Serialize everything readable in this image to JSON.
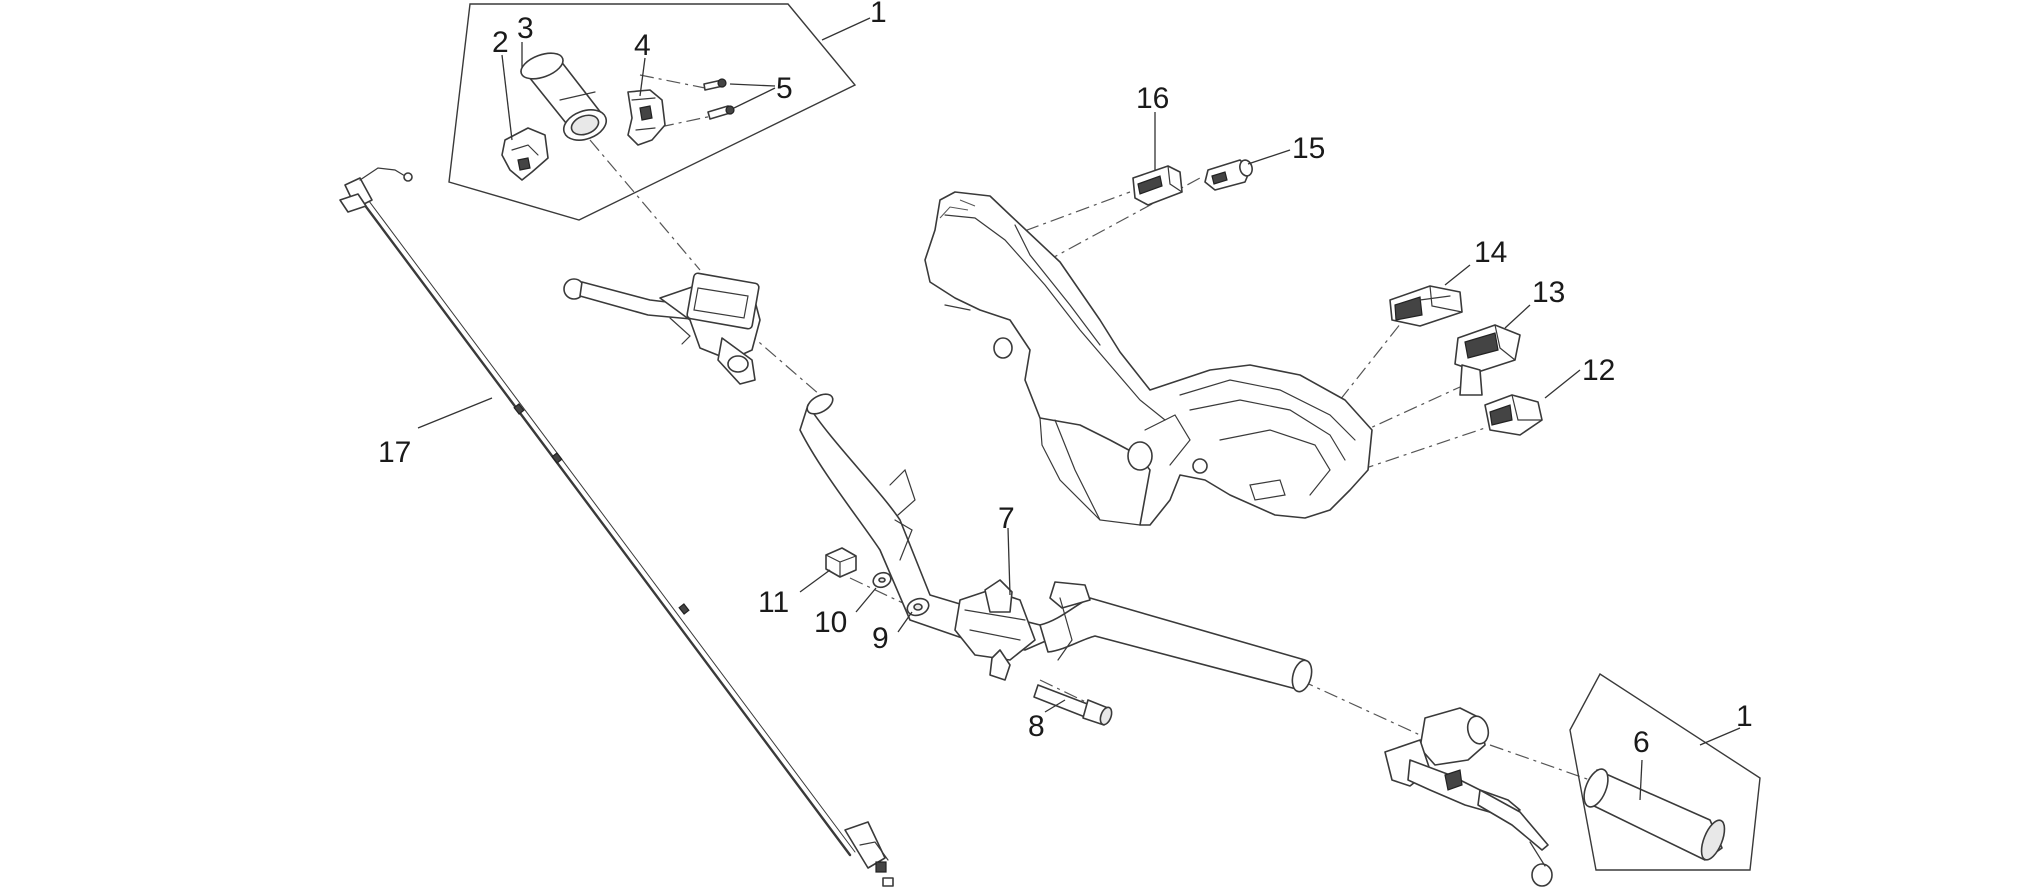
{
  "callouts": [
    {
      "id": "kit-left",
      "text": "1"
    },
    {
      "id": "p2",
      "text": "2"
    },
    {
      "id": "p3",
      "text": "3"
    },
    {
      "id": "p4",
      "text": "4"
    },
    {
      "id": "p5",
      "text": "5"
    },
    {
      "id": "p6",
      "text": "6"
    },
    {
      "id": "p7",
      "text": "7"
    },
    {
      "id": "p8",
      "text": "8"
    },
    {
      "id": "p9",
      "text": "9"
    },
    {
      "id": "p10",
      "text": "10"
    },
    {
      "id": "p11",
      "text": "11"
    },
    {
      "id": "p12",
      "text": "12"
    },
    {
      "id": "p13",
      "text": "13"
    },
    {
      "id": "p14",
      "text": "14"
    },
    {
      "id": "p15",
      "text": "15"
    },
    {
      "id": "p16",
      "text": "16"
    },
    {
      "id": "p17",
      "text": "17"
    },
    {
      "id": "kit-right",
      "text": "1"
    }
  ],
  "colors": {
    "line": "#3a3a3a",
    "background": "#ffffff",
    "label": "#1a1a1a"
  }
}
